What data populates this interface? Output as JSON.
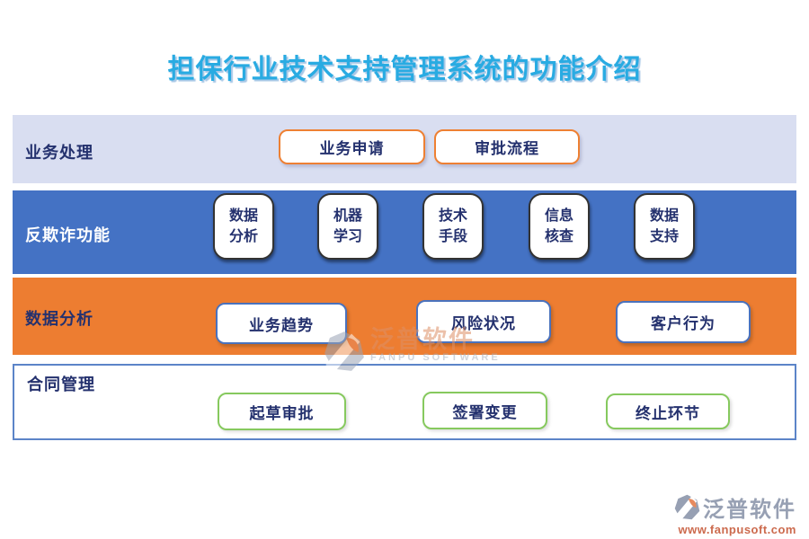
{
  "title": "担保行业技术支持管理系统的功能介绍",
  "colors": {
    "title": "#29abe2",
    "band1_bg": "#d9def1",
    "band2_bg": "#4472c4",
    "band3_bg": "#ed7d31",
    "band4_border": "#5c84c8",
    "band1_item_border": "#ee8033",
    "band2_item_border": "#333333",
    "band3_item_border": "#4a72bd",
    "band4_item_border": "#86c95e",
    "label_dark": "#24316e",
    "label_light": "#ffffff"
  },
  "rows": [
    {
      "label": "业务处理",
      "items": [
        {
          "text": "业务申请"
        },
        {
          "text": "审批流程"
        }
      ]
    },
    {
      "label": "反欺诈功能",
      "items": [
        {
          "text": "数据\n分析"
        },
        {
          "text": "机器\n学习"
        },
        {
          "text": "技术\n手段"
        },
        {
          "text": "信息\n核查"
        },
        {
          "text": "数据\n支持"
        }
      ]
    },
    {
      "label": "数据分析",
      "items": [
        {
          "text": "业务趋势"
        },
        {
          "text": "风险状况"
        },
        {
          "text": "客户行为"
        }
      ]
    },
    {
      "label": "合同管理",
      "items": [
        {
          "text": "起草审批"
        },
        {
          "text": "签署变更"
        },
        {
          "text": "终止环节"
        }
      ]
    }
  ],
  "watermark": {
    "name_cn": "泛普软件",
    "name_en": "FANPU SOFTWARE"
  },
  "footer_logo": {
    "name_cn": "泛普软件",
    "url": "www.fanpusoft.com"
  }
}
